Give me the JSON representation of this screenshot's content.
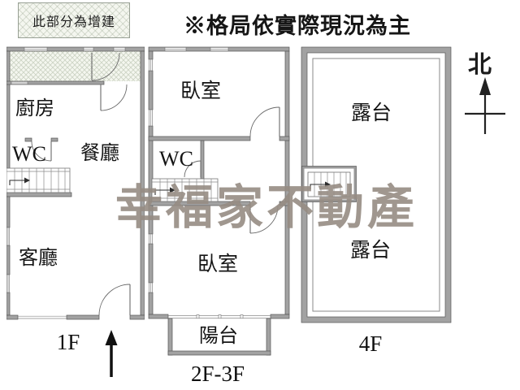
{
  "header": {
    "annotation_note": "此部分為增建",
    "disclaimer": "※格局依實際現況為主"
  },
  "compass": {
    "north_label": "北"
  },
  "watermark": {
    "text": "幸福家不動產",
    "color": "#968e83"
  },
  "plans": [
    {
      "floor_label": "1F",
      "rooms": {
        "kitchen": "廚房",
        "wc": "WC",
        "dining": "餐廳",
        "living": "客廳"
      }
    },
    {
      "floor_label": "2F-3F",
      "rooms": {
        "bedroom_upper": "臥室",
        "wc": "WC",
        "bedroom_lower": "臥室",
        "balcony": "陽台"
      }
    },
    {
      "floor_label": "4F",
      "rooms": {
        "terrace_upper": "露台",
        "terrace_lower": "露台"
      }
    }
  ],
  "colors": {
    "wall": "#a2a2a2",
    "line": "#5a5a5a",
    "hatch_bg": "#f4f6ef",
    "text": "#141414"
  }
}
